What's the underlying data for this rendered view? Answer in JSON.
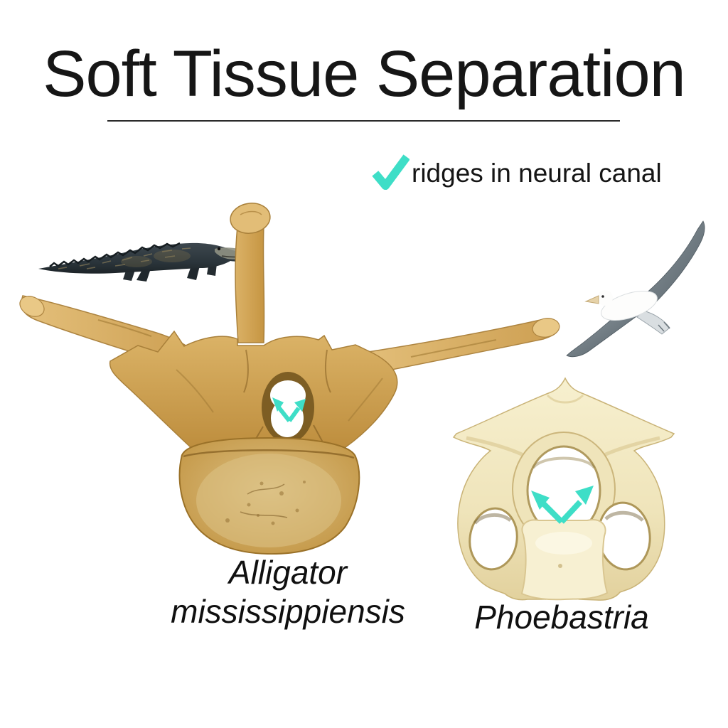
{
  "page": {
    "background": "#ffffff"
  },
  "title": {
    "text": "Soft Tissue Separation"
  },
  "feature": {
    "label": "ridges in neural canal",
    "check_icon": "checkmark-icon"
  },
  "specimens": [
    {
      "name": "American alligator",
      "label_line1": "Alligator",
      "label_line2": "mississippiensis",
      "photo_description": "alligator walking, side view, head to the right",
      "bone_description": "trunk vertebra, anterior view, tan bone with long transverse processes",
      "annotation": "teal V-shaped arrows marking ridges in neural canal"
    },
    {
      "name": "Albatross",
      "label": "Phoebastria",
      "photo_description": "albatross gliding with wings spread diagonally",
      "bone_description": "vertebra, anterior view, pale cream bone with three openings",
      "annotation": "teal V-shaped arrows marking ridges in neural canal"
    }
  ],
  "colors": {
    "accent_teal": "#3EDEC7",
    "text": "#1A1A1A",
    "underline": "#2A2A2A",
    "alligator_bone": "#D2A355",
    "albatross_bone": "#F0E7C3"
  }
}
